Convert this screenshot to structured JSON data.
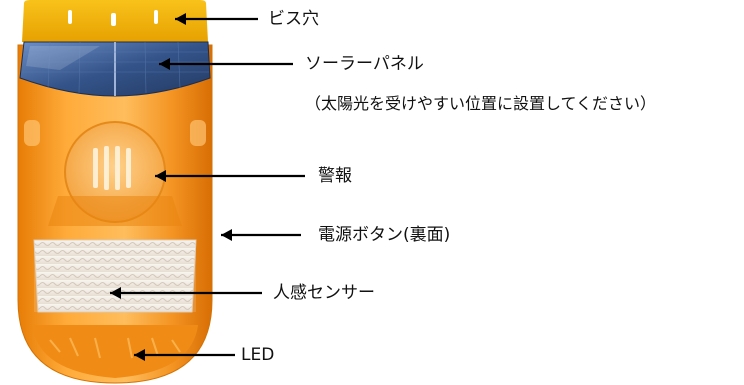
{
  "labels": {
    "screw_holes": "ビス穴",
    "solar_panel": "ソーラーパネル",
    "solar_note": "（太陽光を受けやすい位置に設置してください）",
    "alarm": "警報",
    "power_button": "電源ボタン(裏面)",
    "motion_sensor": "人感センサー",
    "led": "LED"
  },
  "colors": {
    "body_orange": "#f5900f",
    "body_light": "#ffb24a",
    "cap_yellow": "#f6b30a",
    "panel_blue": "#3c5f95",
    "arrow": "#000000"
  }
}
